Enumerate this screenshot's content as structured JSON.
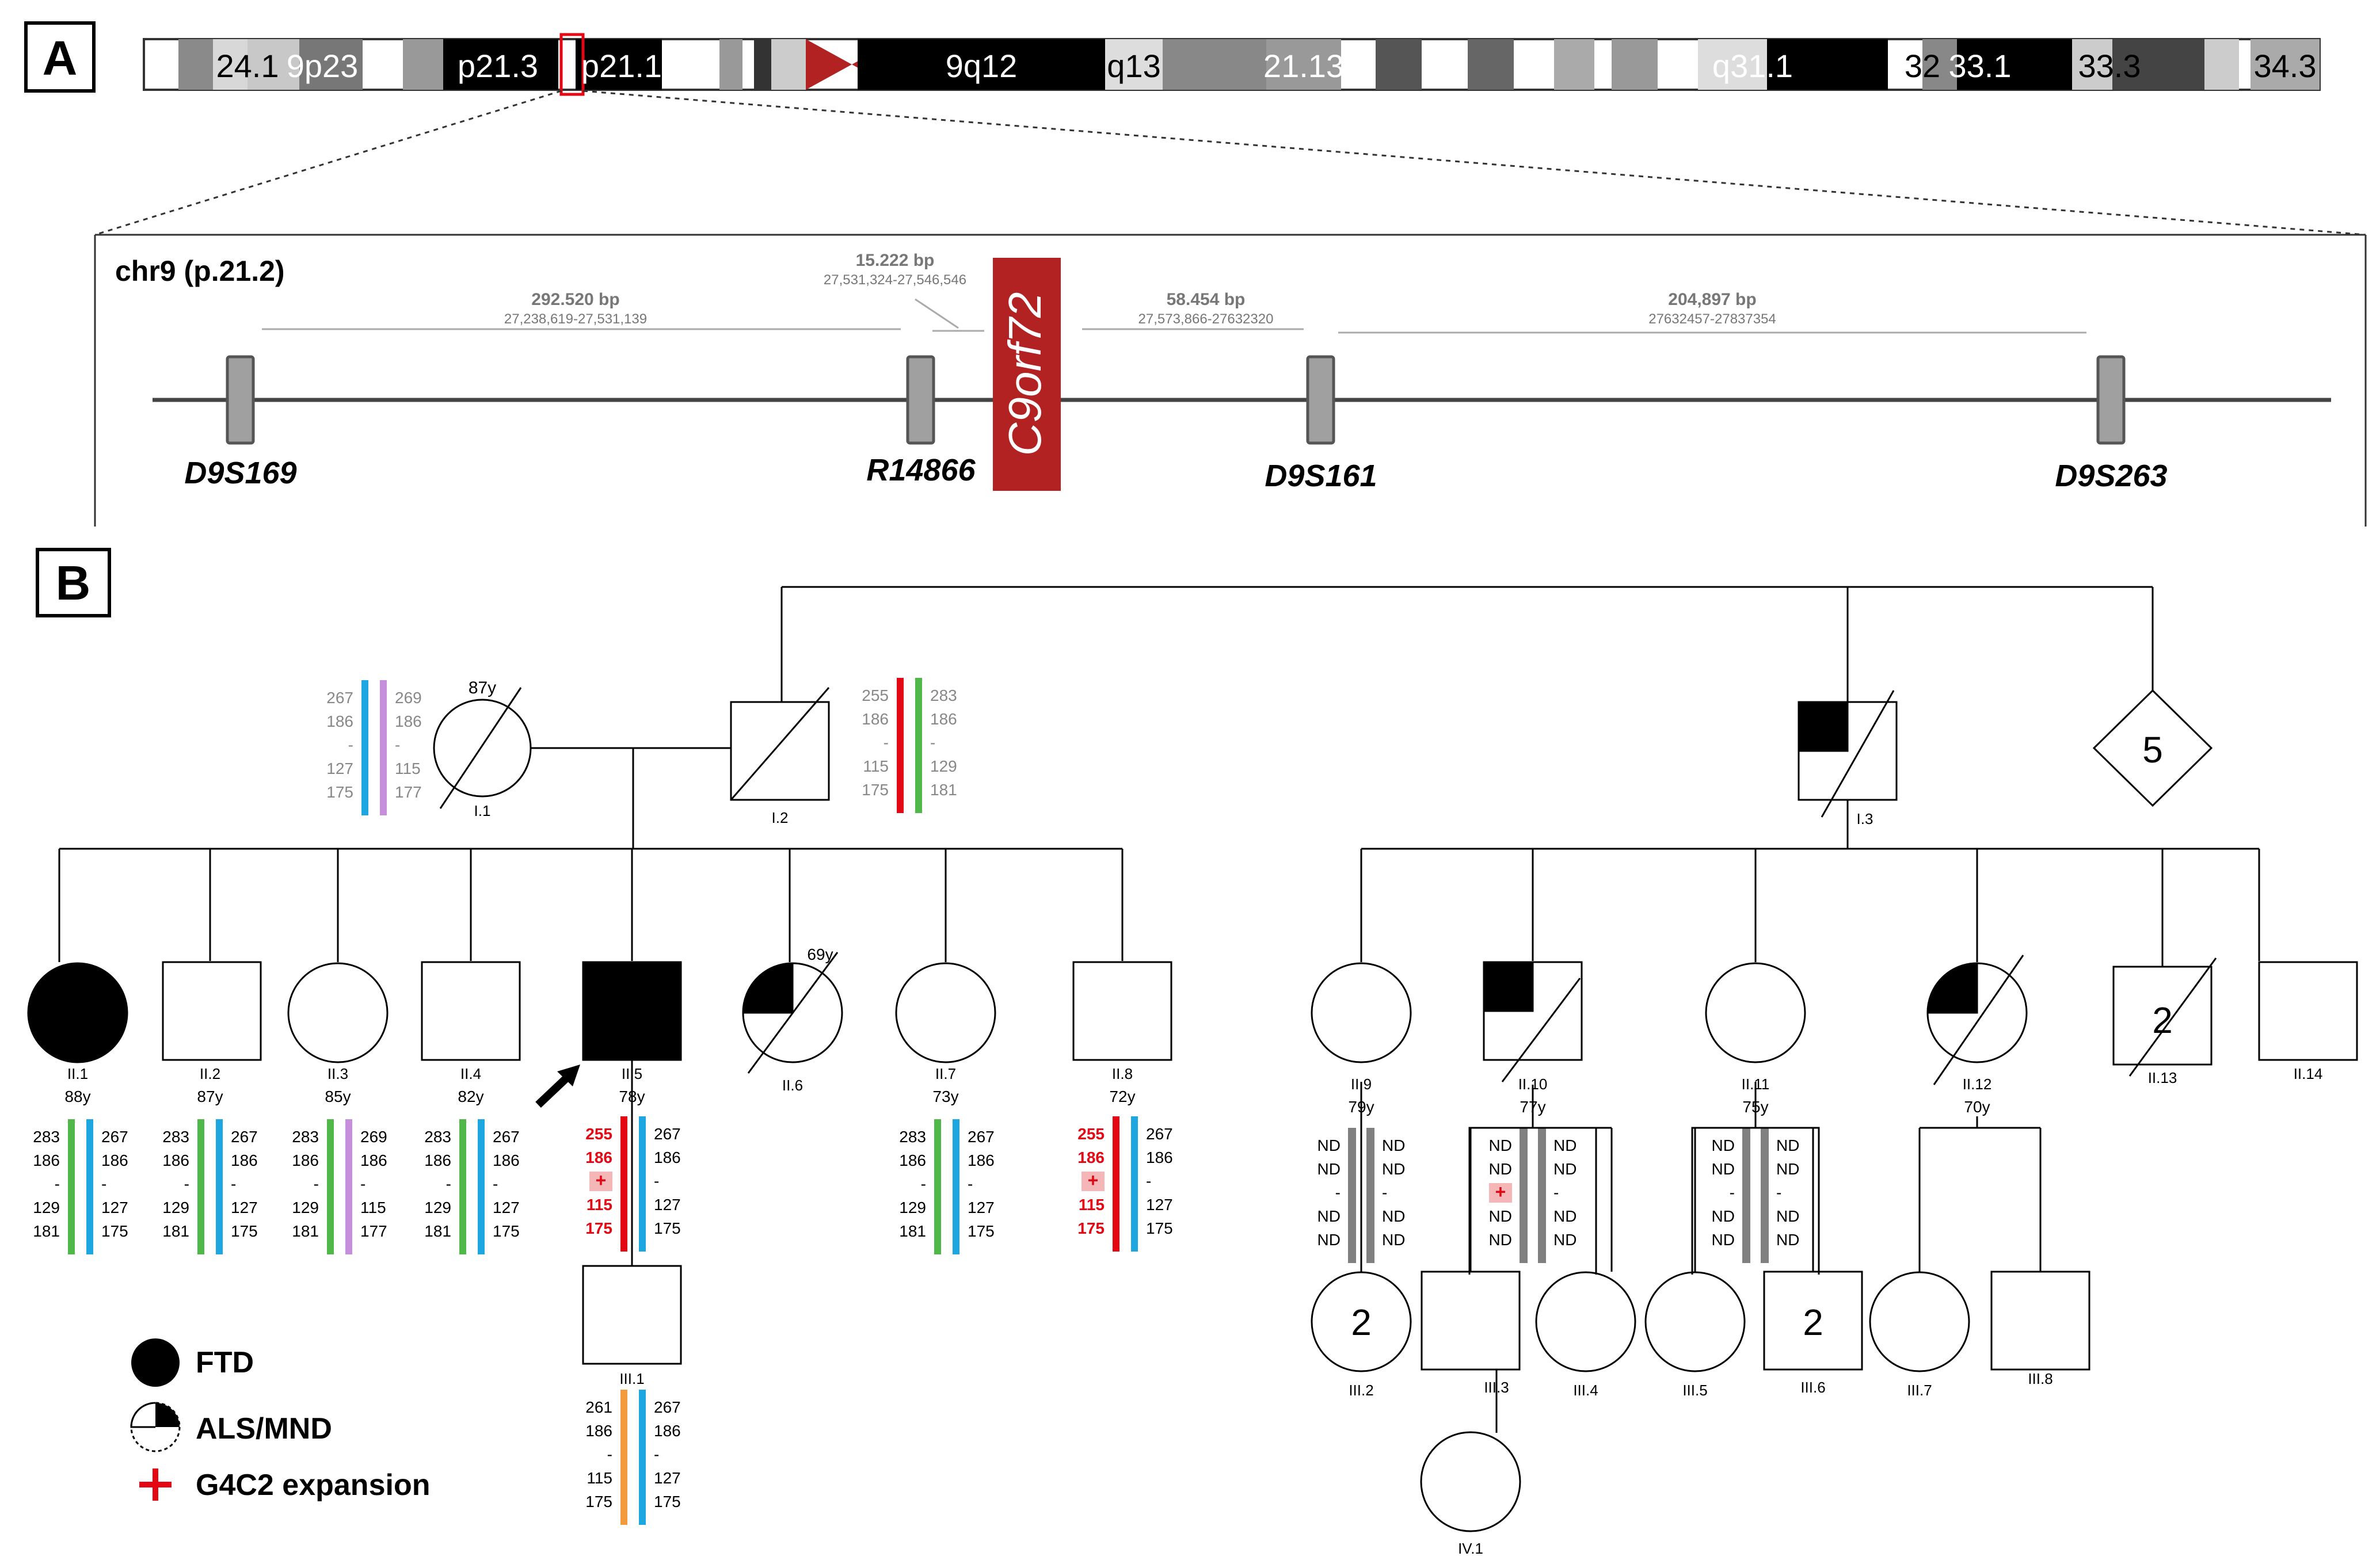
{
  "panel_a": {
    "label": "A",
    "ideogram_labels": [
      "24.1",
      "9p23",
      "p21.3",
      "p21.1",
      "9q12",
      "q13",
      "21.13",
      "q31.1",
      "32",
      "33.1",
      "33.3",
      "34.3"
    ],
    "region_title": "chr9 (p.21.2)",
    "distances": [
      {
        "bp": "292.520 bp",
        "range": "27,238,619-27,531,139"
      },
      {
        "bp": "15.222 bp",
        "range": "27,531,324-27,546,546"
      },
      {
        "bp": "58.454 bp",
        "range": "27,573,866-27632320"
      },
      {
        "bp": "204,897 bp",
        "range": "27632457-27837354"
      }
    ],
    "gene": "C9orf72",
    "markers": [
      "D9S169",
      "R14866",
      "D9S161",
      "D9S263"
    ]
  },
  "panel_b": {
    "label": "B",
    "generation1": [
      {
        "id": "I.1",
        "age": "87y"
      },
      {
        "id": "I.2",
        "age": ""
      },
      {
        "id": "I.3",
        "age": ""
      },
      {
        "id": "",
        "count": "5"
      }
    ],
    "generation2": [
      {
        "id": "II.1",
        "age": "88y"
      },
      {
        "id": "II.2",
        "age": "87y"
      },
      {
        "id": "II.3",
        "age": "85y"
      },
      {
        "id": "II.4",
        "age": "82y"
      },
      {
        "id": "II.5",
        "age": "78y"
      },
      {
        "id": "II.6",
        "age": "69y"
      },
      {
        "id": "II.7",
        "age": "73y"
      },
      {
        "id": "II.8",
        "age": "72y"
      },
      {
        "id": "II.9",
        "age": "79y"
      },
      {
        "id": "II.10",
        "age": "77y"
      },
      {
        "id": "II.11",
        "age": "75y"
      },
      {
        "id": "II.12",
        "age": "70y"
      },
      {
        "id": "II.13",
        "count": "2"
      },
      {
        "id": "II.14"
      }
    ],
    "generation3": [
      {
        "id": "III.1"
      },
      {
        "id": "III.2",
        "count": "2"
      },
      {
        "id": "III.3"
      },
      {
        "id": "III.4"
      },
      {
        "id": "III.5"
      },
      {
        "id": "III.6",
        "count": "2"
      },
      {
        "id": "III.7"
      },
      {
        "id": "III.8"
      }
    ],
    "generation4": [
      {
        "id": "IV.1"
      }
    ],
    "haplotypes": {
      "I.1": {
        "left": [
          "267",
          "186",
          "-",
          "127",
          "175"
        ],
        "right": [
          "269",
          "186",
          "-",
          "115",
          "177"
        ]
      },
      "I.2": {
        "left": [
          "255",
          "186",
          "-",
          "115",
          "175"
        ],
        "right": [
          "283",
          "186",
          "-",
          "129",
          "181"
        ]
      },
      "II.1": {
        "left": [
          "283",
          "186",
          "-",
          "129",
          "181"
        ],
        "right": [
          "267",
          "186",
          "-",
          "127",
          "175"
        ]
      },
      "II.2": {
        "left": [
          "283",
          "186",
          "-",
          "129",
          "181"
        ],
        "right": [
          "267",
          "186",
          "-",
          "127",
          "175"
        ]
      },
      "II.3": {
        "left": [
          "283",
          "186",
          "-",
          "129",
          "181"
        ],
        "right": [
          "269",
          "186",
          "-",
          "115",
          "177"
        ]
      },
      "II.4": {
        "left": [
          "283",
          "186",
          "-",
          "129",
          "181"
        ],
        "right": [
          "267",
          "186",
          "-",
          "127",
          "175"
        ]
      },
      "II.5": {
        "left": [
          "255",
          "186",
          "+",
          "115",
          "175"
        ],
        "right": [
          "267",
          "186",
          "-",
          "127",
          "175"
        ]
      },
      "II.7": {
        "left": [
          "283",
          "186",
          "-",
          "129",
          "181"
        ],
        "right": [
          "267",
          "186",
          "-",
          "127",
          "175"
        ]
      },
      "II.8": {
        "left": [
          "255",
          "186",
          "+",
          "115",
          "175"
        ],
        "right": [
          "267",
          "186",
          "-",
          "127",
          "175"
        ]
      },
      "III.1": {
        "left": [
          "261",
          "186",
          "-",
          "115",
          "175"
        ],
        "right": [
          "267",
          "186",
          "-",
          "127",
          "175"
        ]
      },
      "II.9": {
        "left": [
          "ND",
          "ND",
          "-",
          "ND",
          "ND"
        ],
        "right": [
          "ND",
          "ND",
          "-",
          "ND",
          "ND"
        ]
      },
      "II.10": {
        "left": [
          "ND",
          "ND",
          "+",
          "ND",
          "ND"
        ],
        "right": [
          "ND",
          "ND",
          "-",
          "ND",
          "ND"
        ]
      },
      "II.11": {
        "left": [
          "ND",
          "ND",
          "-",
          "ND",
          "ND"
        ],
        "right": [
          "ND",
          "ND",
          "-",
          "ND",
          "ND"
        ]
      }
    },
    "colors": {
      "red": "#e30613",
      "blue": "#1ea6e0",
      "green": "#4fb848",
      "purple": "#c58fdc",
      "orange": "#f39a3c",
      "gray": "#808080",
      "gene": "#b22222"
    },
    "legend": [
      {
        "symbol": "filled-circle",
        "label": "FTD"
      },
      {
        "symbol": "quarter-filled-circle",
        "label": "ALS/MND"
      },
      {
        "symbol": "red-plus",
        "label": "G4C2 expansion"
      }
    ]
  }
}
